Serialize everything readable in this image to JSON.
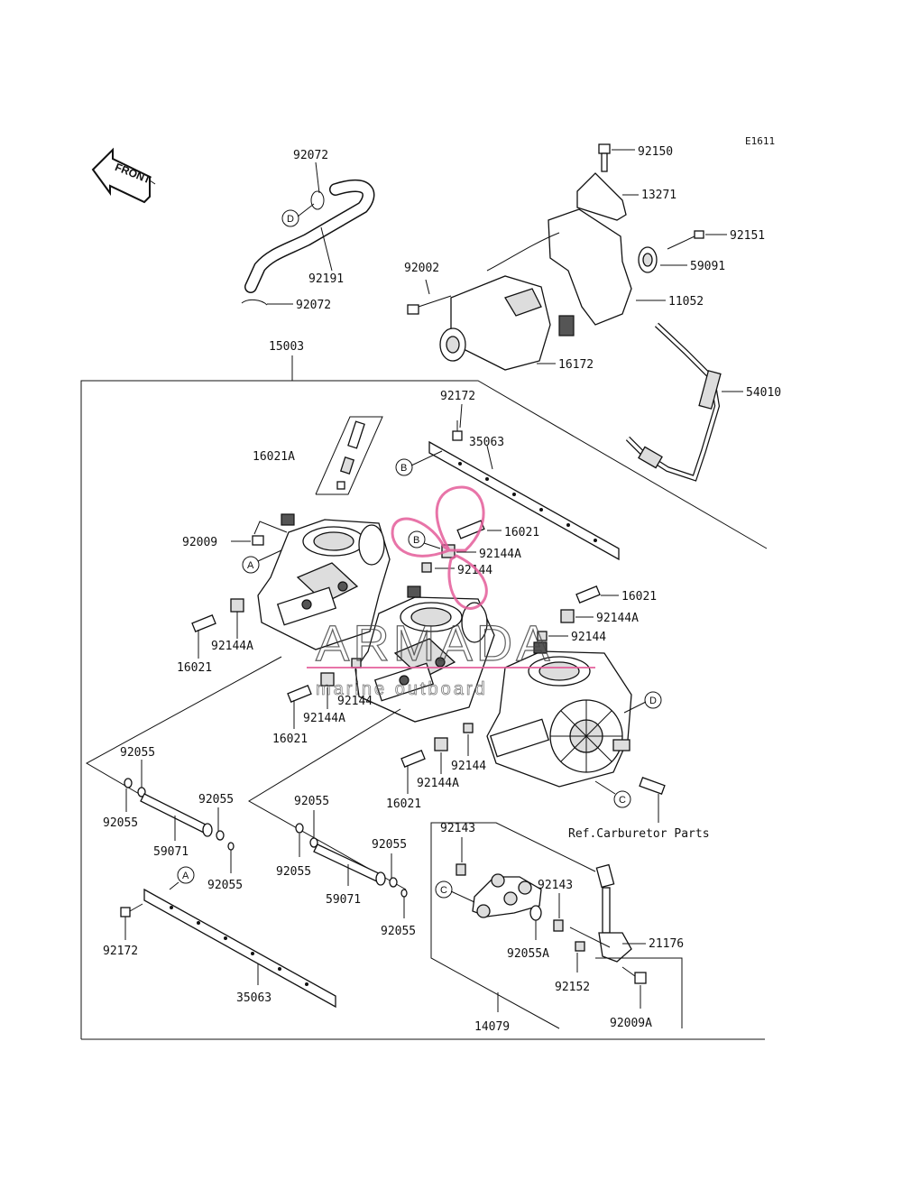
{
  "diagram_code": "E1611",
  "front_label": "FRONT",
  "ref_note": "Ref.Carburetor Parts",
  "watermark": {
    "brand": "ARMADA",
    "tagline": "marine outboard",
    "accent_color": "#e45c9a"
  },
  "circle_refs": {
    "a": "A",
    "b": "B",
    "c": "C",
    "d": "D"
  },
  "parts": {
    "p92072_top": "92072",
    "p92191": "92191",
    "p92072_bot": "92072",
    "p92150": "92150",
    "p13271": "13271",
    "p92151": "92151",
    "p59091": "59091",
    "p92002": "92002",
    "p11052": "11052",
    "p16172": "16172",
    "p54010": "54010",
    "p15003": "15003",
    "p92172_top": "92172",
    "p35063_top": "35063",
    "p16021A": "16021A",
    "p16021_a": "16021",
    "p92144A_a": "92144A",
    "p92144_a": "92144",
    "p92009": "92009",
    "p16021_b": "16021",
    "p92144A_b": "92144A",
    "p92144_b": "92144",
    "p92144A_c": "92144A",
    "p16021_c": "16021",
    "p92144_c": "92144",
    "p92144A_d": "92144A",
    "p16021_d": "16021",
    "p92144_d": "92144",
    "p92144A_e": "92144A",
    "p16021_e": "16021",
    "p92055_1": "92055",
    "p92055_2": "92055",
    "p92055_3": "92055",
    "p92055_4": "92055",
    "p92055_5": "92055",
    "p92055_6": "92055",
    "p92055_7": "92055",
    "p92055_8": "92055",
    "p59071_a": "59071",
    "p59071_b": "59071",
    "p92172_bot": "92172",
    "p35063_bot": "35063",
    "p92143_a": "92143",
    "p92143_b": "92143",
    "p92055A": "92055A",
    "p21176": "21176",
    "p92152": "92152",
    "p92009A": "92009A",
    "p14079": "14079"
  }
}
